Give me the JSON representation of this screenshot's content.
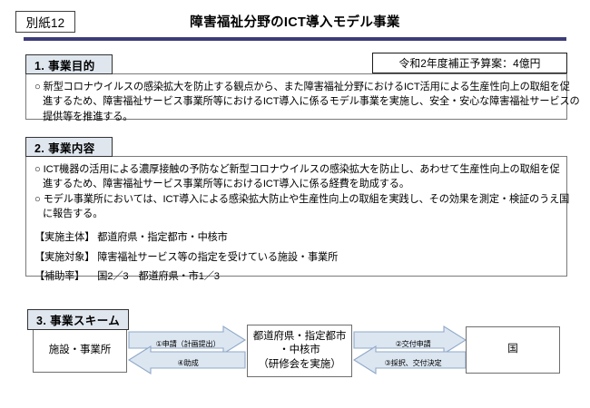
{
  "header": {
    "attachment_tag": "別紙12",
    "title": "障害福祉分野のICT導入モデル事業",
    "rule_color": "#3c3c7a"
  },
  "budget": {
    "text": "令和2年度補正予算案：4億円"
  },
  "sections": [
    {
      "number": "1",
      "heading": "1. 事業目的",
      "lines": [
        {
          "mark": "○",
          "text": "新型コロナウイルスの感染拡大を防止する観点から、また障害福祉分野におけるICT活用による生産性向上の取組を促"
        },
        {
          "mark": "",
          "text": "進するため、障害福祉サービス事業所等におけるICT導入に係るモデル事業を実施し、安全・安心な障害福祉サービスの"
        },
        {
          "mark": "",
          "text": "提供等を推進する。"
        }
      ]
    },
    {
      "number": "2",
      "heading": "2. 事業内容",
      "lines": [
        {
          "mark": "○",
          "text": "ICT機器の活用による濃厚接触の予防など新型コロナウイルスの感染拡大を防止し、あわせて生産性向上の取組を促"
        },
        {
          "mark": "",
          "text": "進するため、障害福祉サービス事業所等におけるICT導入に係る経費を助成する。"
        },
        {
          "mark": "○",
          "text": "モデル事業所においては、ICT導入による感染拡大防止や生産性向上の取組を実践し、その効果を測定・検証のうえ国"
        },
        {
          "mark": "",
          "text": "に報告する。"
        }
      ],
      "labels": [
        {
          "label": "【実施主体】",
          "value": "都道府県・指定都市・中核市"
        },
        {
          "label": "【実施対象】",
          "value": "障害福祉サービス等の指定を受けている施設・事業所"
        },
        {
          "label": "【補助率】",
          "value": "　国2／3　都道府県・市1／3"
        }
      ]
    }
  ],
  "scheme": {
    "heading": "3. 事業スキーム",
    "nodes": {
      "facility": "施設・事業所",
      "prefecture_line1": "都道府県・指定都市",
      "prefecture_line2": "・中核市",
      "prefecture_line3": "（研修会を実施）",
      "country": "国"
    },
    "arrows": {
      "apply": "①申請（計画提出）",
      "subsidy": "④助成",
      "grant_request": "②交付申請",
      "decision": "③採択、交付決定"
    },
    "arrow_fill": "#dce6f1",
    "arrow_stroke": "#8fa8c8"
  }
}
